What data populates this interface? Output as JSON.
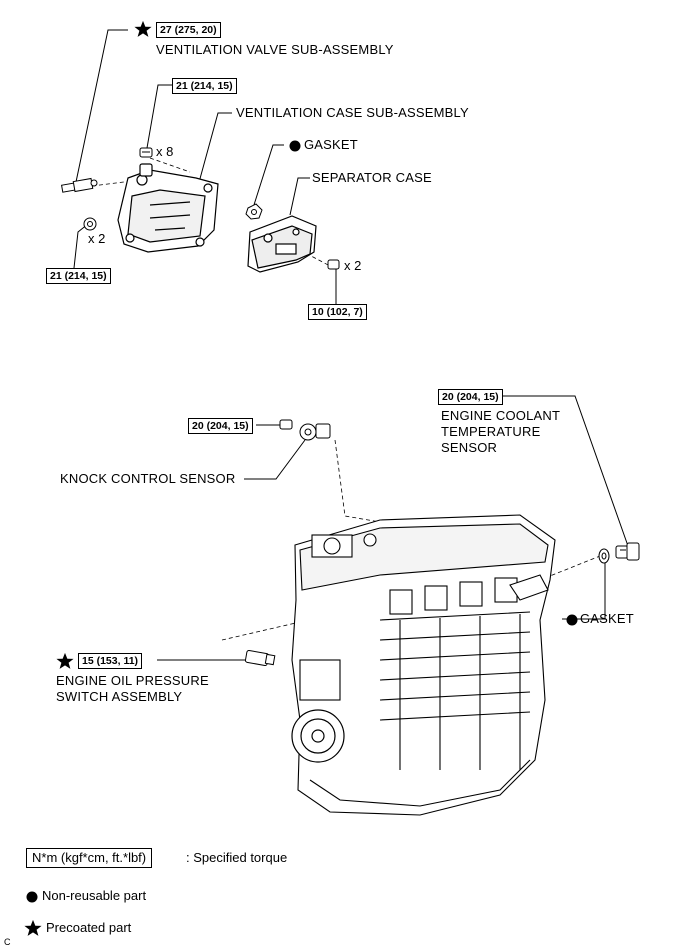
{
  "labels": {
    "ventilation_valve": "VENTILATION VALVE SUB-ASSEMBLY",
    "ventilation_case": "VENTILATION CASE SUB-ASSEMBLY",
    "gasket_top": "GASKET",
    "separator_case": "SEPARATOR CASE",
    "knock_sensor": "KNOCK CONTROL SENSOR",
    "coolant_sensor_line1": "ENGINE COOLANT",
    "coolant_sensor_line2": "TEMPERATURE",
    "coolant_sensor_line3": "SENSOR",
    "gasket_bottom": "GASKET",
    "oil_pressure_line1": "ENGINE OIL PRESSURE",
    "oil_pressure_line2": "SWITCH ASSEMBLY"
  },
  "torques": {
    "valve": "27 (275, 20)",
    "case_top": "21 (214, 15)",
    "case_bottom": "21 (214, 15)",
    "separator": "10 (102, 7)",
    "knock": "20 (204, 15)",
    "coolant": "20 (204, 15)",
    "oil_pressure": "15 (153, 11)"
  },
  "quantities": {
    "case_top": "x 8",
    "case_bottom": "x 2",
    "separator": "x 2"
  },
  "legend": {
    "torque_box": "N*m (kgf*cm, ft.*lbf)",
    "torque_desc": ": Specified torque",
    "non_reusable": "Non-reusable part",
    "precoated": "Precoated part"
  },
  "figure_code": "C"
}
